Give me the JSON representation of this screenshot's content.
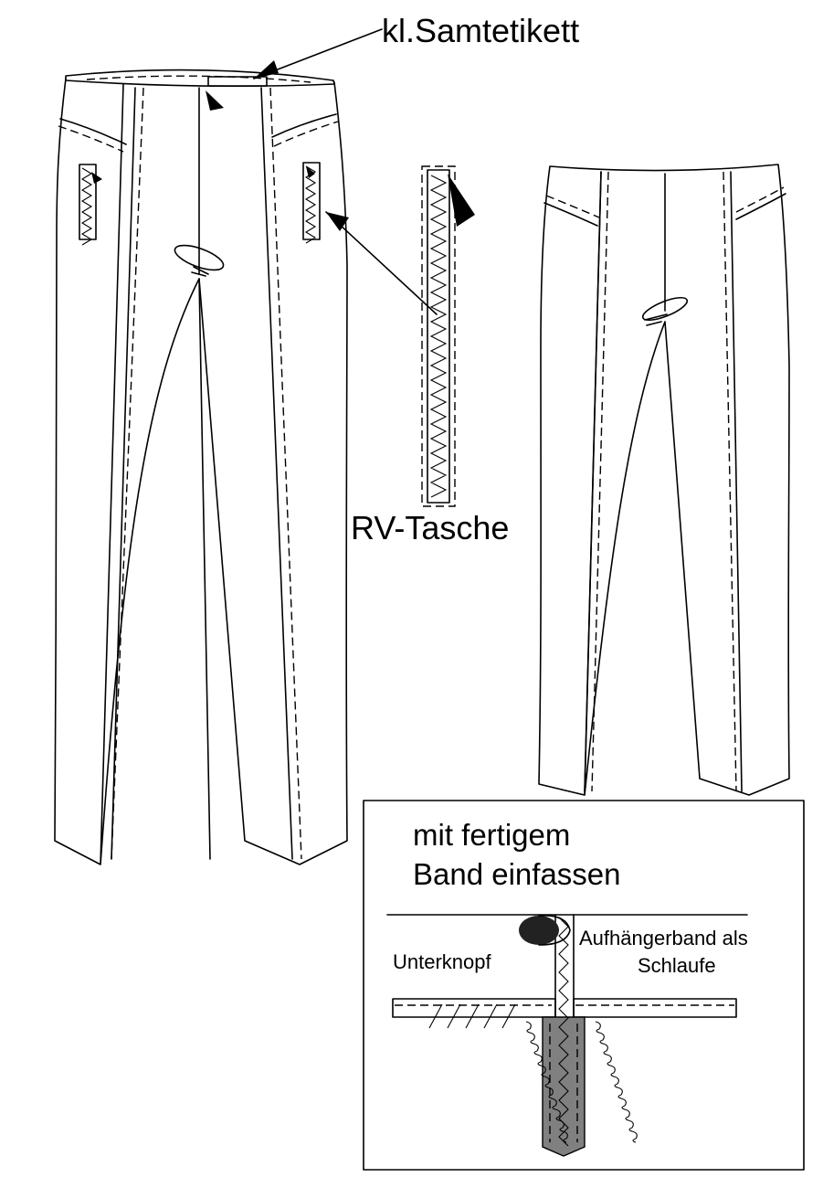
{
  "labels": {
    "velvet_label": "kl.Samtetikett",
    "zip_pocket": "RV-Tasche"
  },
  "detail_box": {
    "title_line1": "mit fertigem",
    "title_line2": "Band einfassen",
    "under_button": "Unterknopf",
    "hanger_line1": "Aufhängerband als",
    "hanger_line2": "Schlaufe"
  },
  "colors": {
    "ink": "#000000",
    "paper": "#ffffff",
    "fabric_band": "#d9d9d9",
    "zip_tape": "#808080",
    "button": "#222222"
  }
}
